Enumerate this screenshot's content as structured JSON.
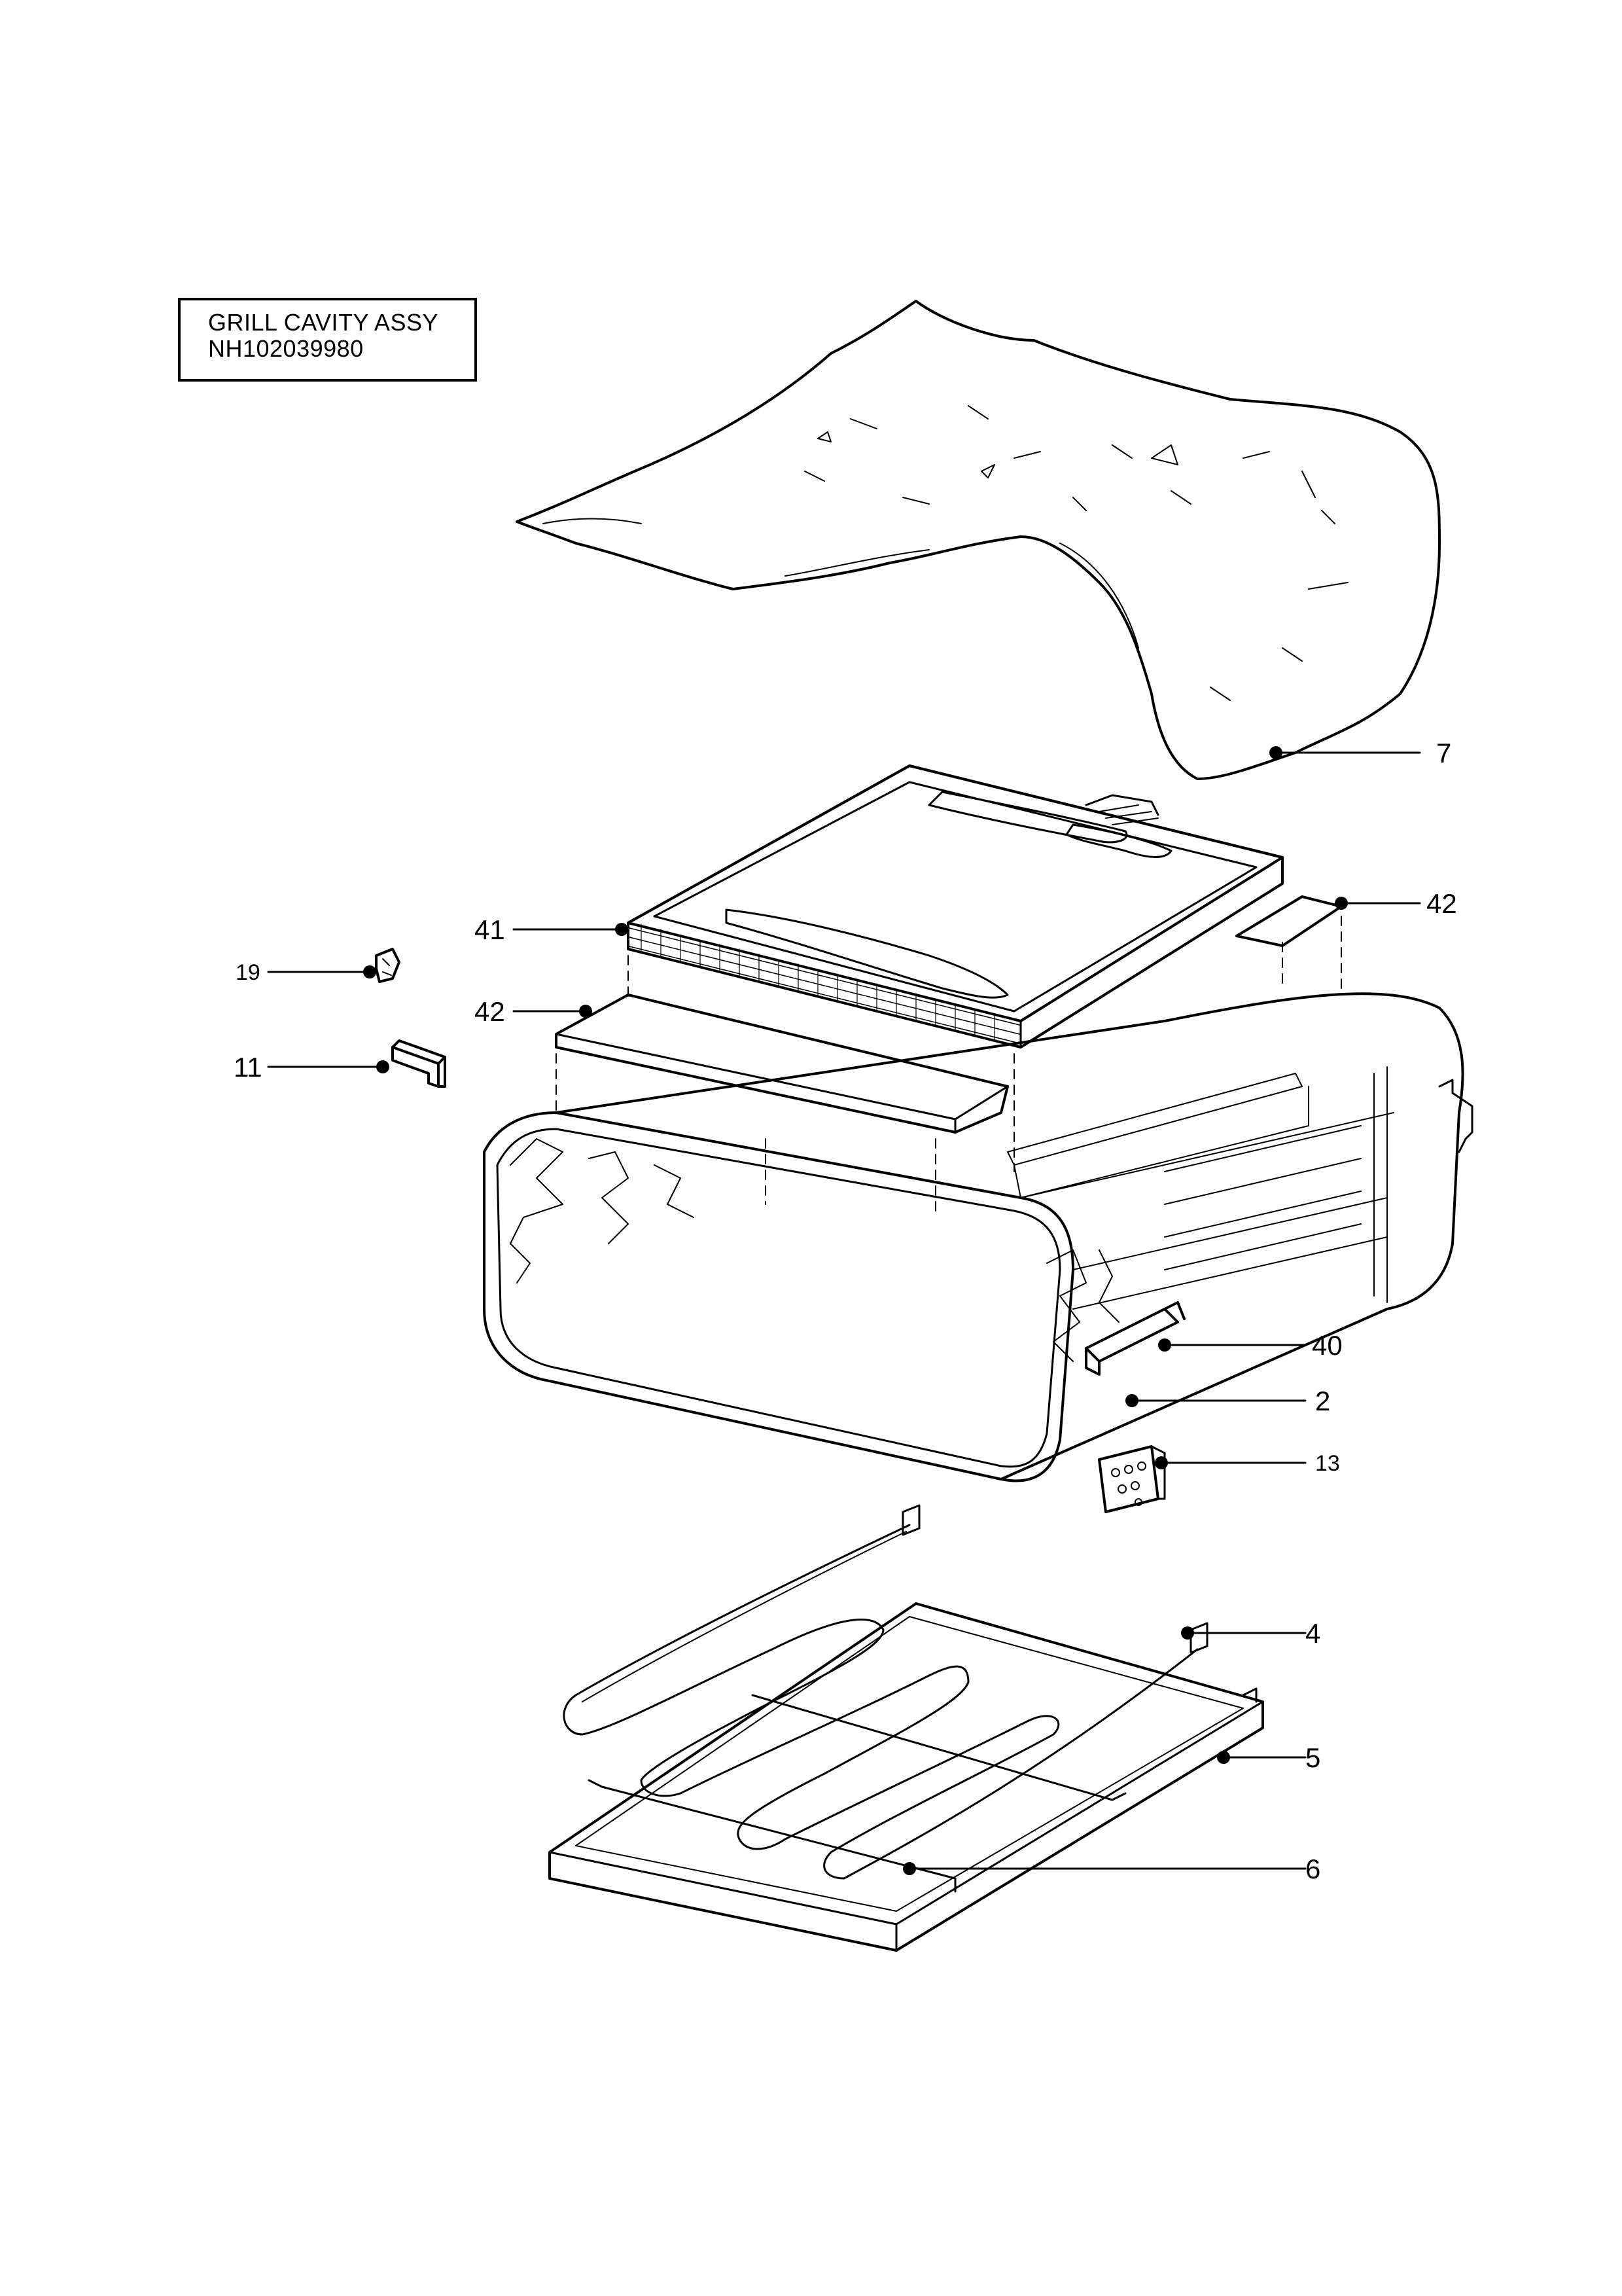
{
  "title": {
    "line1": "GRILL CAVITY ASSY",
    "line2": "NH102039980"
  },
  "callouts": [
    {
      "id": "7",
      "label": "7",
      "part": "insulation-blanket"
    },
    {
      "id": "42a",
      "label": "42",
      "part": "insulation-strip-right"
    },
    {
      "id": "41",
      "label": "41",
      "part": "cavity-top-panel"
    },
    {
      "id": "19",
      "label": "19",
      "part": "clip"
    },
    {
      "id": "42b",
      "label": "42",
      "part": "insulation-strip-left"
    },
    {
      "id": "11",
      "label": "11",
      "part": "bracket"
    },
    {
      "id": "40",
      "label": "40",
      "part": "side-bracket"
    },
    {
      "id": "2",
      "label": "2",
      "part": "grill-cavity"
    },
    {
      "id": "13",
      "label": "13",
      "part": "terminal-plate"
    },
    {
      "id": "4",
      "label": "4",
      "part": "heating-element"
    },
    {
      "id": "5",
      "label": "5",
      "part": "grill-pan"
    },
    {
      "id": "6",
      "label": "6",
      "part": "pan-rail"
    }
  ]
}
